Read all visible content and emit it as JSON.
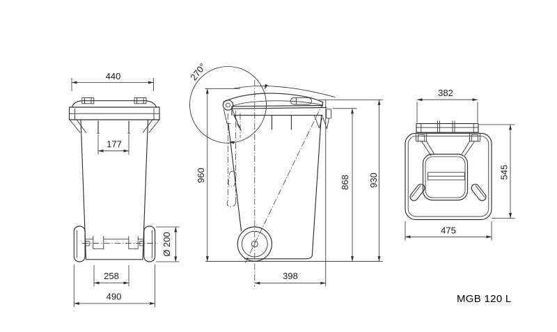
{
  "sheet": {
    "label": "MGB 120 L"
  },
  "front_view": {
    "dim_lid_width": "440",
    "dim_comb_width": "177",
    "dim_wheel_diameter": "Ø 200",
    "dim_wheelbase": "258",
    "dim_overall_width": "490"
  },
  "side_view": {
    "dim_lid_angle": "270°",
    "dim_height_open_lid": "960",
    "dim_height_rim": "868",
    "dim_height_total": "930",
    "dim_axle_to_front": "398"
  },
  "top_view": {
    "dim_comb_width": "382",
    "dim_depth": "545",
    "dim_body_width": "475"
  },
  "colors": {
    "line": "#2e2e2e",
    "background": "#ffffff"
  }
}
